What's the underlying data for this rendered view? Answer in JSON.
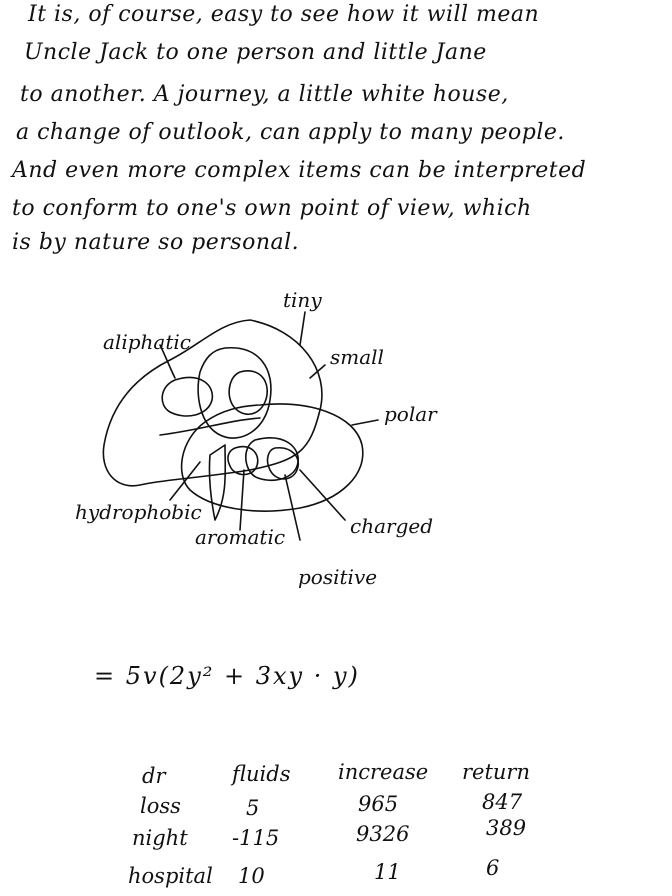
{
  "paragraph": {
    "lines": [
      "It is, of course, easy to see how it will mean",
      "Uncle Jack to one person and little Jane",
      "to another. A journey, a little white house,",
      "a change of outlook, can apply to many people.",
      "And even more complex items can be interpreted",
      "to conform to one's own point of view, which",
      "is by nature so personal."
    ]
  },
  "diagram": {
    "labels": {
      "tiny": "tiny",
      "aliphatic": "aliphatic",
      "small": "small",
      "polar": "polar",
      "hydrophobic": "hydrophobic",
      "aromatic": "aromatic",
      "charged": "charged",
      "positive": "positive"
    }
  },
  "equation": "= 5v(2y² + 3xy · y)",
  "table": {
    "headers": [
      "dr",
      "fluids",
      "increase",
      "return"
    ],
    "rows": [
      [
        "loss",
        "5",
        "965",
        "847"
      ],
      [
        "night",
        "-115",
        "9326",
        "389"
      ],
      [
        "hospital",
        "10",
        "11",
        "6"
      ]
    ]
  }
}
